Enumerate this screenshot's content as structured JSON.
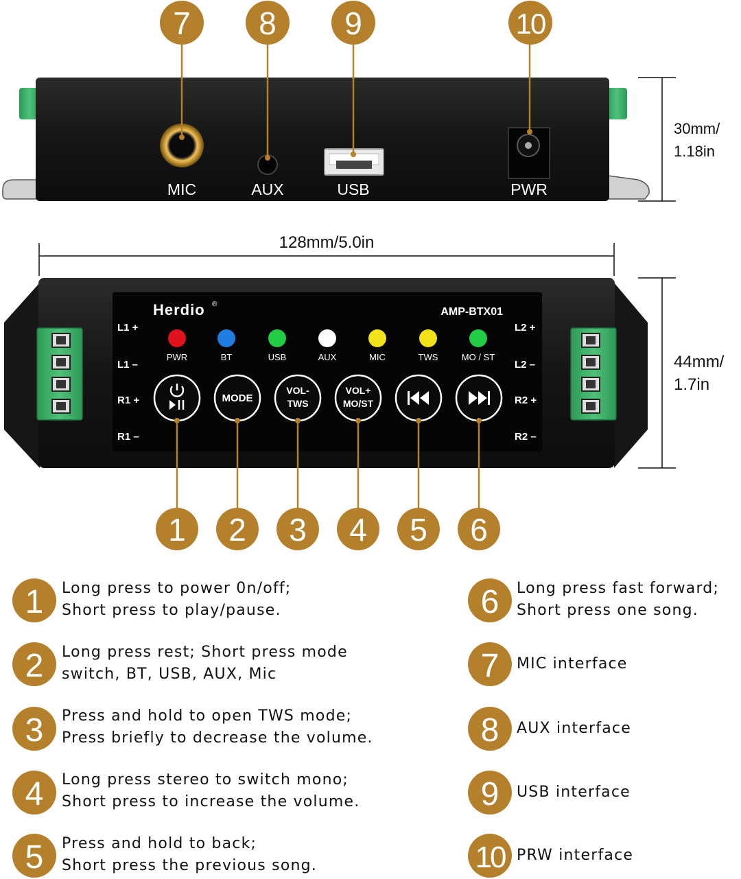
{
  "accent_color": "#b5802b",
  "top_view": {
    "ports": [
      "MIC",
      "AUX",
      "USB",
      "PWR"
    ],
    "callouts": [
      "7",
      "8",
      "9",
      "10"
    ],
    "height_dim": [
      "30mm/",
      "1.18in"
    ]
  },
  "front_view": {
    "width_dim": "128mm/5.0in",
    "height_dim": [
      "44mm/",
      "1.7in"
    ],
    "brand": "Herdio",
    "brand_mark": "®",
    "model": "AMP-BTX01",
    "left_terminals": [
      "L1 +",
      "L1 –",
      "R1 +",
      "R1 –"
    ],
    "right_terminals": [
      "L2 +",
      "L2 –",
      "R2 +",
      "R2 –"
    ],
    "leds": [
      {
        "label": "PWR",
        "color": "#e0121b"
      },
      {
        "label": "BT",
        "color": "#1f7ee0"
      },
      {
        "label": "USB",
        "color": "#22cc44"
      },
      {
        "label": "AUX",
        "color": "#ffffff"
      },
      {
        "label": "MIC",
        "color": "#f2e21a"
      },
      {
        "label": "TWS",
        "color": "#f2e21a"
      },
      {
        "label": "MO / ST",
        "color": "#22cc44"
      }
    ],
    "buttons": [
      {
        "icon": "power-play-pause-icon"
      },
      {
        "line1": "MODE"
      },
      {
        "line1": "VOL-",
        "line2": "TWS"
      },
      {
        "line1": "VOL+",
        "line2": "MO/ST"
      },
      {
        "icon": "previous-track-icon"
      },
      {
        "icon": "next-track-icon"
      }
    ],
    "callouts": [
      "1",
      "2",
      "3",
      "4",
      "5",
      "6"
    ]
  },
  "legend": [
    {
      "num": "1",
      "lines": [
        "Long press to power 0n/off;",
        "Short press to play/pause."
      ]
    },
    {
      "num": "2",
      "lines": [
        "Long press rest; Short press mode",
        "switch, BT, USB, AUX, Mic"
      ]
    },
    {
      "num": "3",
      "lines": [
        "Press and hold to open TWS mode;",
        "Press briefly to decrease the volume."
      ]
    },
    {
      "num": "4",
      "lines": [
        "Long press stereo to switch mono;",
        "Short press to increase the volume."
      ]
    },
    {
      "num": "5",
      "lines": [
        "Press and hold to back;",
        "Short press the previous song."
      ]
    },
    {
      "num": "6",
      "lines": [
        "Long press fast forward;",
        "Short press one song."
      ]
    },
    {
      "num": "7",
      "lines": [
        "MIC interface"
      ]
    },
    {
      "num": "8",
      "lines": [
        "AUX interface"
      ]
    },
    {
      "num": "9",
      "lines": [
        "USB interface"
      ]
    },
    {
      "num": "10",
      "lines": [
        "PRW interface"
      ]
    }
  ]
}
